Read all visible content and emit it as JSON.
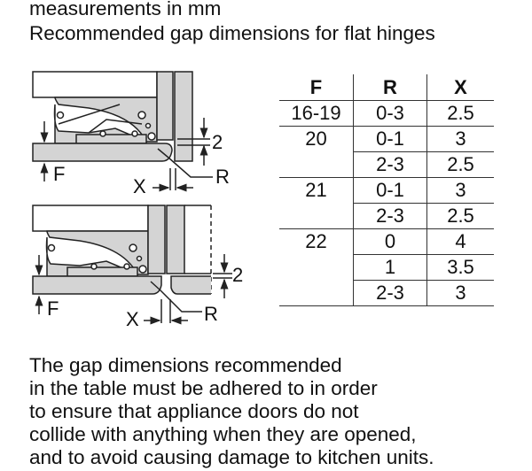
{
  "header": {
    "line1": "measurements in mm",
    "line2": "Recommended gap dimensions for flat hinges"
  },
  "diagram": {
    "labels": {
      "F": "F",
      "R": "R",
      "X": "X",
      "gap": "2"
    }
  },
  "table": {
    "headers": [
      "F",
      "R",
      "X"
    ],
    "rows": [
      {
        "F": "16-19",
        "R": "0-3",
        "X": "2.5"
      },
      {
        "F": "20",
        "R": "0-1",
        "X": "3"
      },
      {
        "F": "",
        "R": "2-3",
        "X": "2.5"
      },
      {
        "F": "21",
        "R": "0-1",
        "X": "3"
      },
      {
        "F": "",
        "R": "2-3",
        "X": "2.5"
      },
      {
        "F": "22",
        "R": "0",
        "X": "4"
      },
      {
        "F": "",
        "R": "1",
        "X": "3.5"
      },
      {
        "F": "",
        "R": "2-3",
        "X": "3"
      }
    ]
  },
  "paragraph": [
    "The gap dimensions recommended",
    "in the table must be adhered to in order",
    "to ensure that appliance doors do not",
    "collide with anything when they are opened,",
    "and to avoid causing damage to kitchen units."
  ],
  "colors": {
    "fill": "#d4d4d4",
    "stroke": "#222222"
  }
}
